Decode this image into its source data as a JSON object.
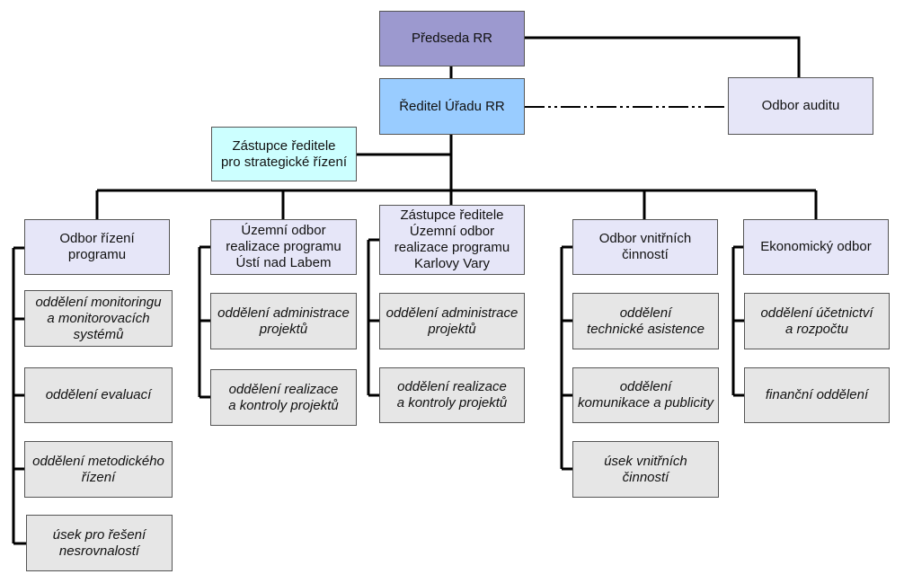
{
  "top": {
    "chairman": "Předseda RR",
    "director": "Ředitel Úřadu RR",
    "audit": "Odbor auditu",
    "deputy_strategy": "Zástupce ředitele\npro strategické řízení"
  },
  "departments": [
    {
      "name": "Odbor řízení\nprogramu",
      "subunits": [
        "oddělení monitoringu\na monitorovacích\nsystémů",
        "oddělení evaluací",
        "oddělení metodického\nřízení",
        "úsek pro řešení\nnesrovnalostí"
      ]
    },
    {
      "name": "Územní odbor\nrealizace programu\nÚstí nad Labem",
      "subunits": [
        "oddělení administrace\nprojektů",
        "oddělení realizace\na kontroly projektů"
      ]
    },
    {
      "name": "Zástupce ředitele\nÚzemní odbor\nrealizace programu\nKarlovy Vary",
      "subunits": [
        "oddělení administrace\nprojektů",
        "oddělení realizace\na kontroly projektů"
      ]
    },
    {
      "name": "Odbor vnitřních\nčinností",
      "subunits": [
        "oddělení\ntechnické asistence",
        "oddělení\nkomunikace a publicity",
        "úsek vnitřních\nčinností"
      ]
    },
    {
      "name": "Ekonomický odbor",
      "subunits": [
        "oddělení účetnictví\na rozpočtu",
        "finanční oddělení"
      ]
    }
  ]
}
